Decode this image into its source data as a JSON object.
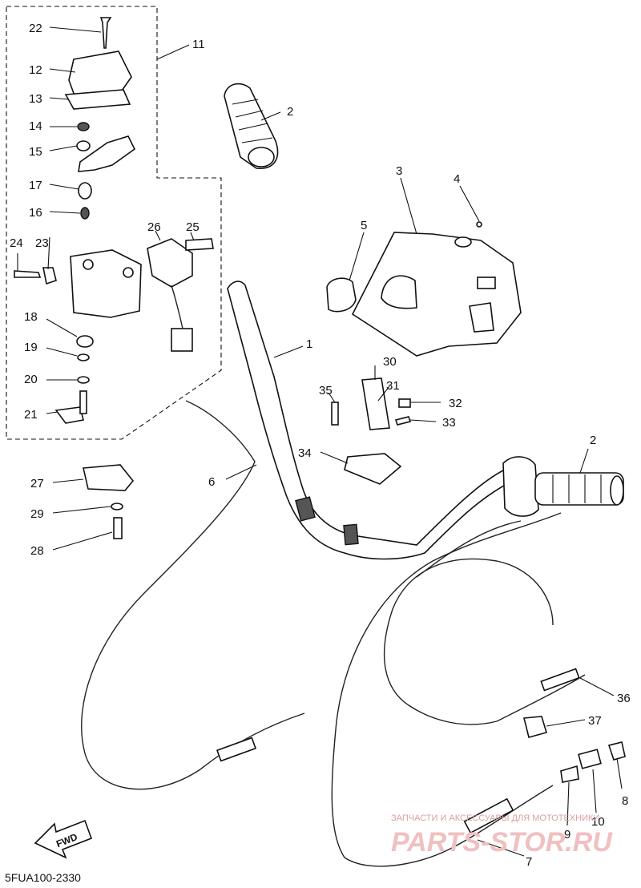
{
  "diagram": {
    "code": "5FUA100-2330",
    "direction_label": "FWD",
    "callouts": [
      "1",
      "2",
      "2",
      "3",
      "4",
      "5",
      "6",
      "7",
      "8",
      "9",
      "10",
      "11",
      "12",
      "13",
      "14",
      "15",
      "16",
      "17",
      "18",
      "19",
      "20",
      "21",
      "22",
      "23",
      "24",
      "25",
      "26",
      "27",
      "28",
      "29",
      "30",
      "31",
      "32",
      "33",
      "34",
      "35",
      "36",
      "37"
    ]
  },
  "watermark": {
    "line1": "ЗАПЧАСТИ И АКСЕССУАРЫ ДЛЯ МОТОТЕХНИКИ",
    "line2": "PARTS-STOR.RU"
  }
}
